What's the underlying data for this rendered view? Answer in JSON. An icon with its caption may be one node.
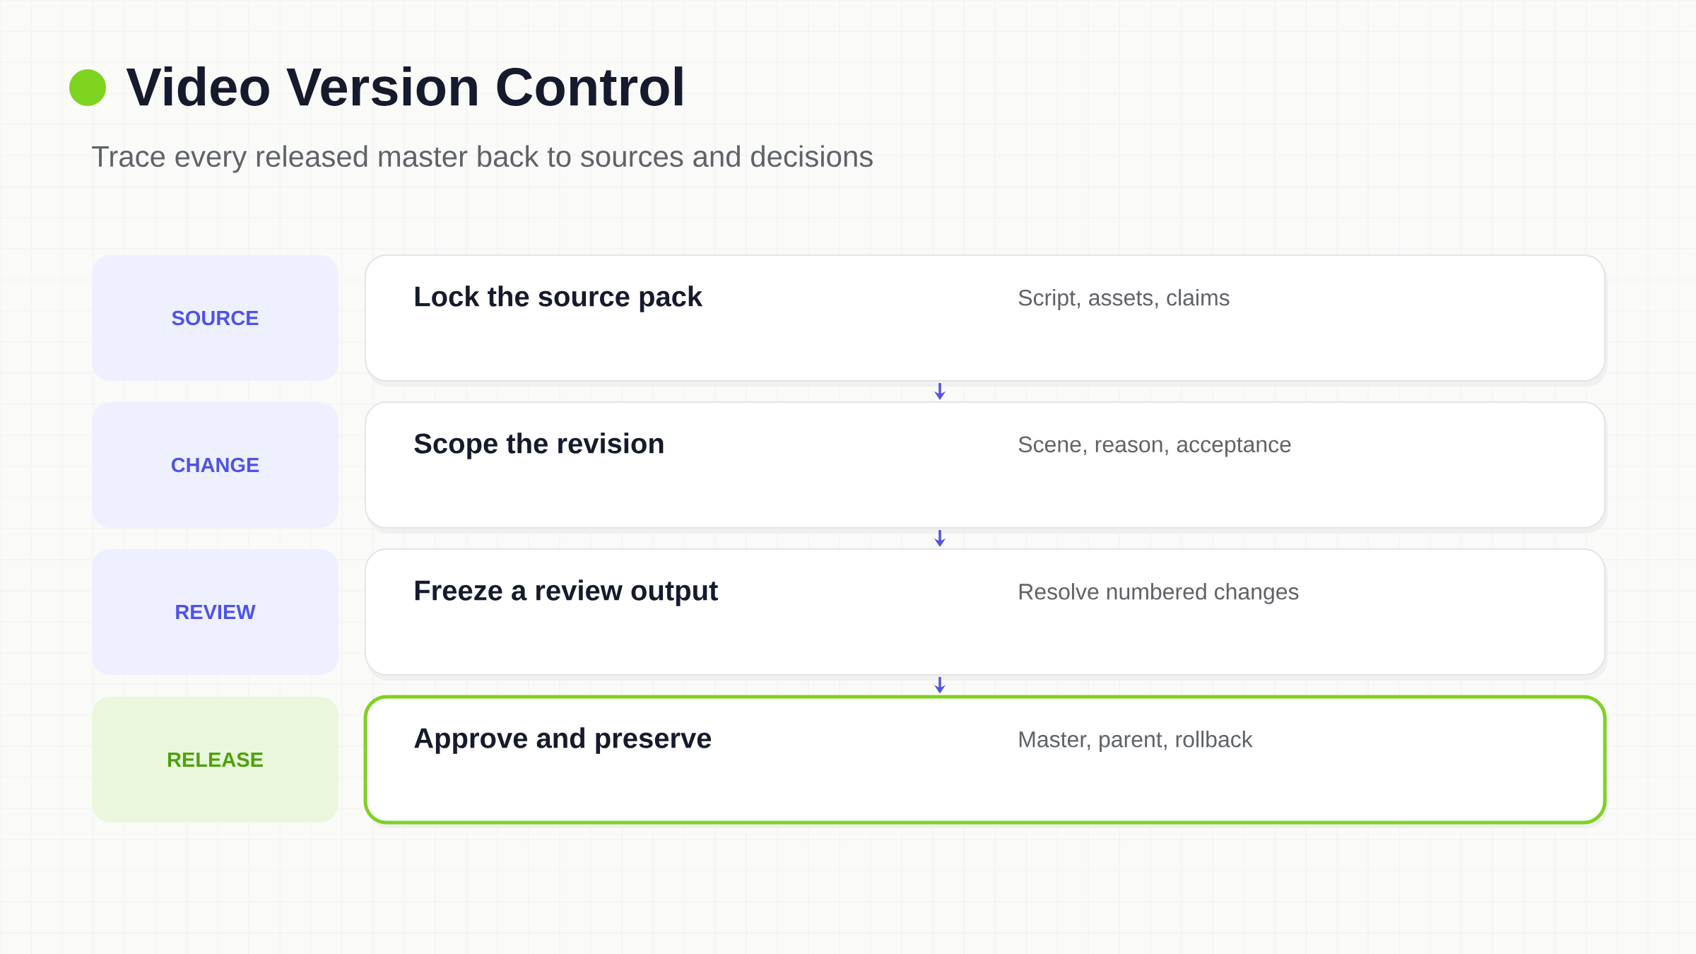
{
  "diagram": {
    "title": "Video Version Control",
    "caption": "Trace every released master back to sources and decisions",
    "nodes": [
      {
        "text": [
          "SOURCE"
        ]
      },
      {
        "text": [
          "Lock the source pack",
          "Script, assets, claims"
        ]
      },
      {
        "text": [
          "CHANGE"
        ]
      },
      {
        "text": [
          "Scope the revision",
          "Scene, reason, acceptance"
        ]
      },
      {
        "text": [
          "REVIEW"
        ]
      },
      {
        "text": [
          "Freeze a review output",
          "Resolve numbered changes"
        ]
      },
      {
        "text": [
          "RELEASE"
        ]
      },
      {
        "text": [
          "Approve and preserve",
          "Master, parent, rollback"
        ]
      }
    ],
    "edges": [
      {
        "from": 1,
        "to": 3,
        "arrow": "to"
      },
      {
        "from": 3,
        "to": 5,
        "arrow": "to"
      },
      {
        "from": 5,
        "to": 7,
        "arrow": "to"
      }
    ]
  }
}
